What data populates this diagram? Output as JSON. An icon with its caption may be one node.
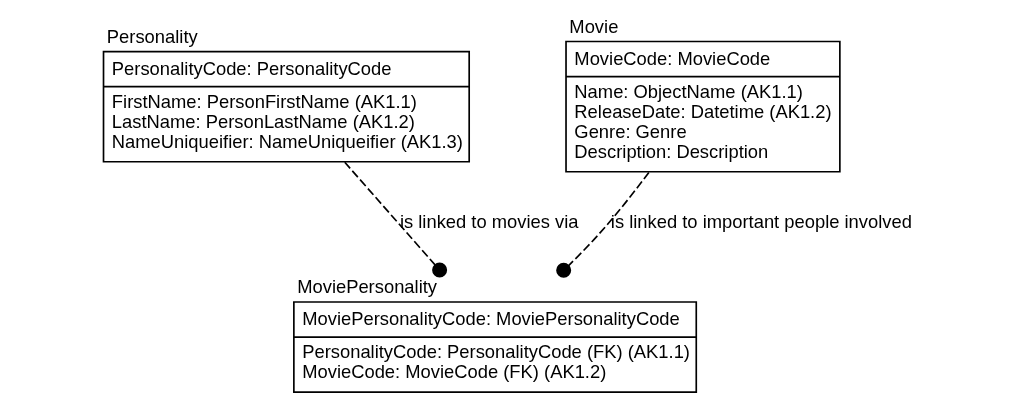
{
  "diagram": {
    "nodes": [
      {
        "text": [
          "Personality",
          "PersonalityCode: PersonalityCode",
          "FirstName: PersonFirstName (AK1.1)",
          "LastName: PersonLastName (AK1.2)",
          "NameUniqueifier: NameUniqueifier (AK1.3)"
        ]
      },
      {
        "text": [
          "Movie",
          "MovieCode: MovieCode",
          "Name: ObjectName (AK1.1)",
          "ReleaseDate: Datetime (AK1.2)",
          "Genre: Genre",
          "Description: Description"
        ]
      },
      {
        "text": [
          "MoviePersonality",
          "MoviePersonalityCode: MoviePersonalityCode",
          "PersonalityCode: PersonalityCode (FK) (AK1.1)",
          "MovieCode: MovieCode (FK) (AK1.2)"
        ]
      }
    ],
    "edges": [
      {
        "from": 0,
        "to": 2,
        "arrow": "other",
        "style": "dashed",
        "label": "is linked to movies via"
      },
      {
        "from": 1,
        "to": 2,
        "arrow": "other",
        "style": "dashed",
        "label": "is linked to important people involved"
      }
    ]
  }
}
